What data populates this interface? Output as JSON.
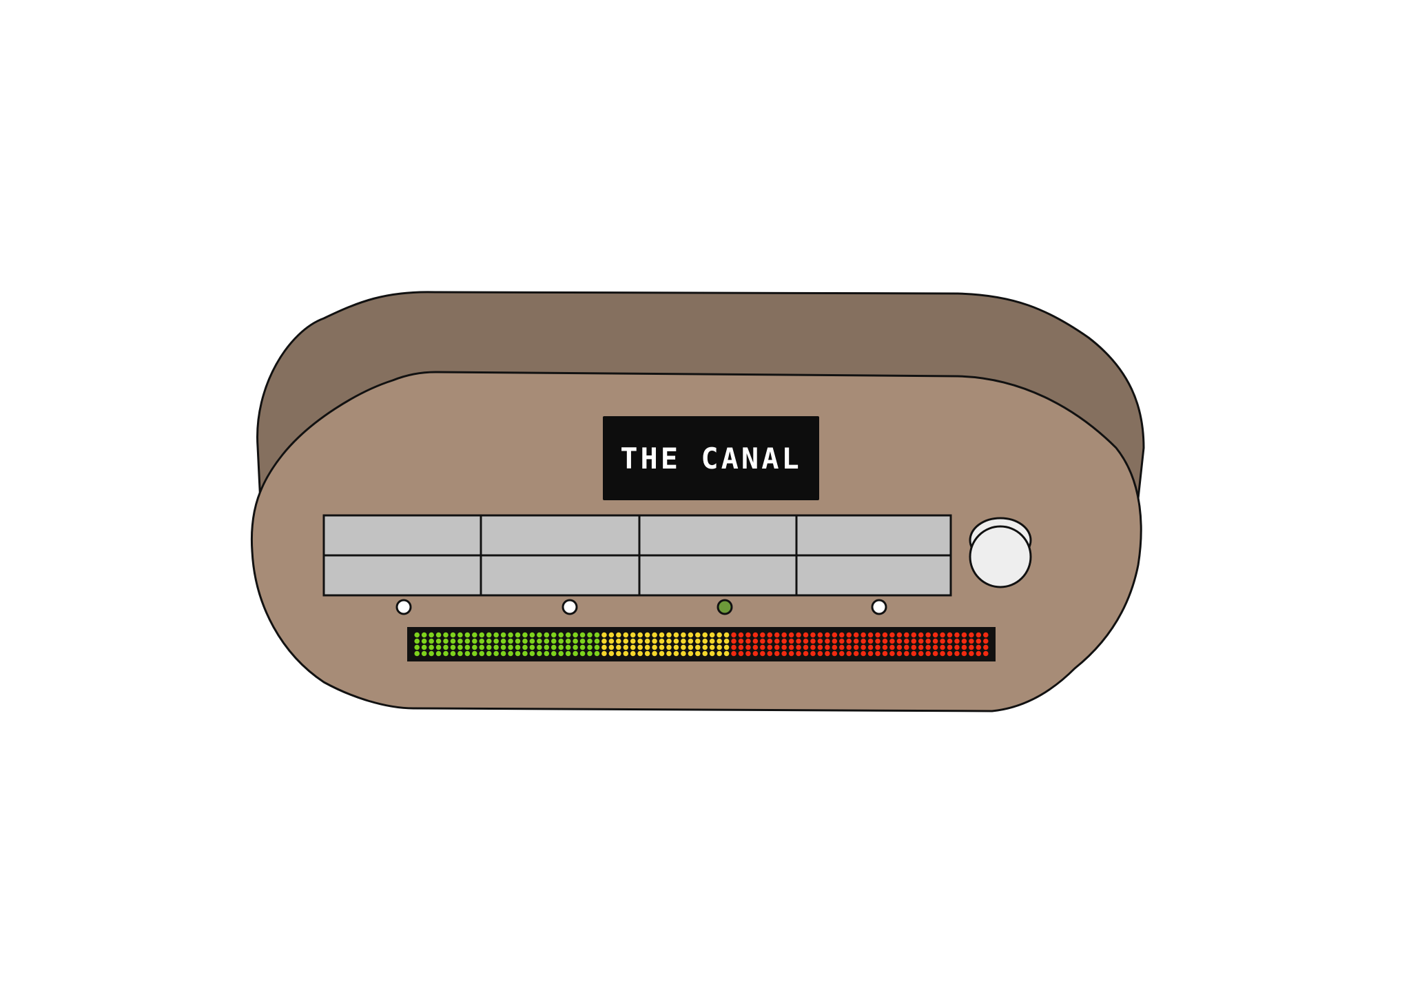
{
  "device": {
    "display_text": "THE CANAL",
    "body_color": "#a78c77",
    "top_color": "#85705f",
    "display_bg": "#0d0d0d",
    "preset_button_color": "#c2c2c2",
    "knob_color": "#eeeeee",
    "indicator_off_color": "#ffffff",
    "indicator_on_color": "#6d9a3a"
  },
  "preset_buttons": {
    "columns": 4,
    "rows": 2
  },
  "indicators": [
    {
      "name": "indicator-1",
      "state": "off"
    },
    {
      "name": "indicator-2",
      "state": "off"
    },
    {
      "name": "indicator-3",
      "state": "on"
    },
    {
      "name": "indicator-4",
      "state": "off"
    }
  ],
  "level_meter": {
    "columns": 80,
    "rows": 4,
    "segments": [
      {
        "color": "#7ed31d",
        "count": 26
      },
      {
        "color": "#f5d72c",
        "count": 18
      },
      {
        "color": "#f22a10",
        "count": 36
      }
    ],
    "bg": "#111111"
  }
}
